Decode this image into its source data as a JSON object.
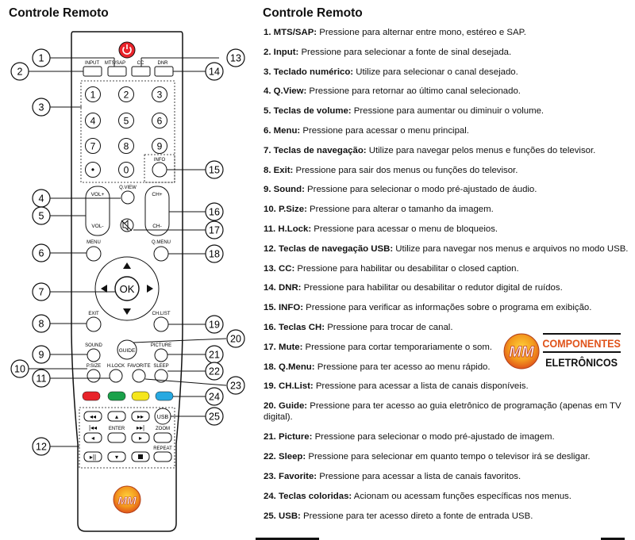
{
  "titles": {
    "left": "Controle Remoto",
    "right": "Controle Remoto"
  },
  "descriptions": [
    {
      "label": "1. MTS/SAP:",
      "text": " Pressione para alternar entre mono, estéreo e SAP."
    },
    {
      "label": "2. Input:",
      "text": " Pressione para selecionar a fonte de sinal desejada."
    },
    {
      "label": "3. Teclado numérico:",
      "text": " Utilize para selecionar o canal desejado."
    },
    {
      "label": "4. Q.View:",
      "text": " Pressione para retornar ao último canal selecionado."
    },
    {
      "label": "5. Teclas de volume:",
      "text": " Pressione para aumentar ou diminuir o volume."
    },
    {
      "label": "6. Menu:",
      "text": " Pressione para acessar o menu principal."
    },
    {
      "label": "7. Teclas de navegação:",
      "text": " Utilize para navegar pelos menus e funções do televisor."
    },
    {
      "label": "8. Exit:",
      "text": " Pressione para sair dos menus ou funções do televisor."
    },
    {
      "label": "9. Sound:",
      "text": " Pressione para selecionar o modo pré-ajustado de áudio."
    },
    {
      "label": "10. P.Size:",
      "text": " Pressione para alterar o tamanho da imagem."
    },
    {
      "label": "11. H.Lock:",
      "text": " Pressione para acessar o menu de bloqueios."
    },
    {
      "label": "12. Teclas de navegação USB:",
      "text": " Utilize para navegar nos menus e arquivos no modo USB."
    },
    {
      "label": "13. CC:",
      "text": " Pressione para habilitar ou desabilitar o closed caption."
    },
    {
      "label": "14. DNR:",
      "text": " Pressione para habilitar ou desabilitar o redutor digital de ruídos."
    },
    {
      "label": "15. INFO:",
      "text": " Pressione para verificar as informações sobre o programa em exibição."
    },
    {
      "label": "16. Teclas CH:",
      "text": "  Pressione para trocar de canal."
    },
    {
      "label": "17. Mute:",
      "text": " Pressione para cortar temporariamente o som."
    },
    {
      "label": "18. Q.Menu:",
      "text": " Pressione para ter acesso ao menu rápido."
    },
    {
      "label": "19. CH.List:",
      "text": " Pressione para acessar a lista de canais disponíveis."
    },
    {
      "label": "20. Guide:",
      "text": " Pressione para ter acesso ao guia eletrônico de programação (apenas em TV digital)."
    },
    {
      "label": "21. Picture:",
      "text": "  Pressione para selecionar o modo pré-ajustado de imagem."
    },
    {
      "label": "22. Sleep:",
      "text": " Pressione para selecionar em quanto tempo o televisor irá se desligar."
    },
    {
      "label": "23. Favorite:",
      "text": " Pressione para acessar a lista de canais favoritos."
    },
    {
      "label": "24. Teclas coloridas:",
      "text": " Acionam ou acessam funções específicas nos menus."
    },
    {
      "label": "25. USB:",
      "text": " Pressione para ter acesso direto a fonte de entrada USB."
    }
  ],
  "callouts": [
    "1",
    "2",
    "3",
    "4",
    "5",
    "6",
    "7",
    "8",
    "9",
    "10",
    "11",
    "12",
    "13",
    "14",
    "15",
    "16",
    "17",
    "18",
    "19",
    "20",
    "21",
    "22",
    "23",
    "24",
    "25"
  ],
  "remote": {
    "top_labels": {
      "input": "INPUT",
      "mts": "MTS/SAP",
      "cc": "CC",
      "dnr": "DNR"
    },
    "digits": [
      "1",
      "2",
      "3",
      "4",
      "5",
      "6",
      "7",
      "8",
      "9",
      "•",
      "0"
    ],
    "info": "INFO",
    "qview": "Q.VIEW",
    "vol_up": "VOL+",
    "vol_down": "VOL-",
    "ch_up": "CH+",
    "ch_down": "CH-",
    "menu": "MENU",
    "qmenu": "Q.MENU",
    "ok": "OK",
    "exit": "EXIT",
    "chlist": "CH.LIST",
    "guide": "GUIDE",
    "sound": "SOUND",
    "picture": "PICTURE",
    "psize": "P.SIZE",
    "hlock": "H.LOCK",
    "favorite": "FAVORITE",
    "sleep": "SLEEP",
    "usb": "USB",
    "enter": "ENTER",
    "zoom": "ZOOM",
    "repeat": "REPEAT",
    "logo": "MM"
  },
  "color_keys": [
    "#e8232a",
    "#1aa14a",
    "#f5e61c",
    "#27a9e1"
  ],
  "brand": {
    "logo": "MM",
    "line1": "COMPONENTES",
    "line2": "ELETRÔNICOS"
  },
  "icons": {
    "power": "power-icon",
    "mute": "mute-icon"
  }
}
